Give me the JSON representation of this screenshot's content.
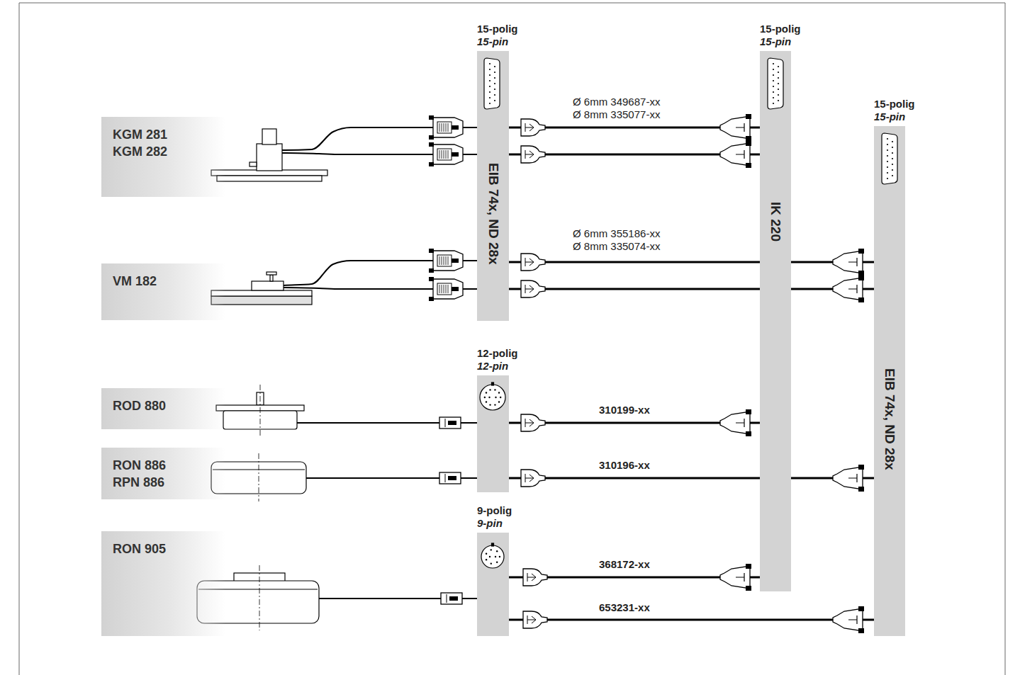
{
  "diagram": {
    "nodes": [
      {
        "text": [
          "KGM 281 KGM 282"
        ]
      },
      {
        "text": [
          "VM 182"
        ]
      },
      {
        "text": [
          "ROD 880"
        ]
      },
      {
        "text": [
          "RON 886 RPN 886"
        ]
      },
      {
        "text": [
          "RON 905"
        ]
      },
      {
        "text": [
          "15-polig",
          "15-pin",
          "EIB 74x, ND 28x"
        ]
      },
      {
        "text": [
          "12-polig",
          "12-pin"
        ]
      },
      {
        "text": [
          "9-polig",
          "9-pin"
        ]
      },
      {
        "text": [
          "15-polig",
          "15-pin",
          "IK 220"
        ]
      },
      {
        "text": [
          "15-polig",
          "15-pin",
          "EIB 74x, ND 28x"
        ]
      }
    ],
    "edges": [
      {
        "from": 0,
        "to": 5,
        "arrow": "none"
      },
      {
        "from": 0,
        "to": 5,
        "arrow": "none"
      },
      {
        "from": 1,
        "to": 5,
        "arrow": "none"
      },
      {
        "from": 1,
        "to": 5,
        "arrow": "none"
      },
      {
        "from": 2,
        "to": 6,
        "arrow": "none"
      },
      {
        "from": 3,
        "to": 6,
        "arrow": "none"
      },
      {
        "from": 4,
        "to": 7,
        "arrow": "none"
      },
      {
        "from": 5,
        "to": 8,
        "arrow": "none",
        "label": "Ø 6mm 349687-xx Ø 8mm 335077-xx"
      },
      {
        "from": 5,
        "to": 8,
        "arrow": "none"
      },
      {
        "from": 5,
        "to": 9,
        "arrow": "none",
        "label": "Ø 6mm 355186-xx Ø 8mm 335074-xx"
      },
      {
        "from": 5,
        "to": 9,
        "arrow": "none"
      },
      {
        "from": 6,
        "to": 8,
        "arrow": "none",
        "label": "310199-xx"
      },
      {
        "from": 6,
        "to": 9,
        "arrow": "none",
        "label": "310196-xx"
      },
      {
        "from": 7,
        "to": 8,
        "arrow": "none",
        "label": "368172-xx"
      },
      {
        "from": 7,
        "to": 9,
        "arrow": "none",
        "label": "653231-xx"
      }
    ]
  }
}
